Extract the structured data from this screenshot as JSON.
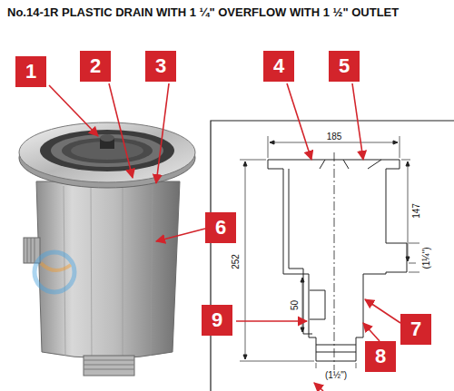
{
  "diagram": {
    "title": "No.14-1R PLASTIC DRAIN WITH 1 ¼\" OVERFLOW WITH 1 ½\" OUTLET",
    "nodes": [
      {
        "text": [
          "1"
        ]
      },
      {
        "text": [
          "2"
        ]
      },
      {
        "text": [
          "3"
        ]
      },
      {
        "text": [
          "4"
        ]
      },
      {
        "text": [
          "5"
        ]
      },
      {
        "text": [
          "6"
        ]
      },
      {
        "text": [
          "7"
        ]
      },
      {
        "text": [
          "8"
        ]
      },
      {
        "text": [
          "9"
        ]
      }
    ],
    "labels": [
      "185",
      "147",
      "252",
      "50",
      "(1¼\")",
      "(1½\")"
    ]
  }
}
